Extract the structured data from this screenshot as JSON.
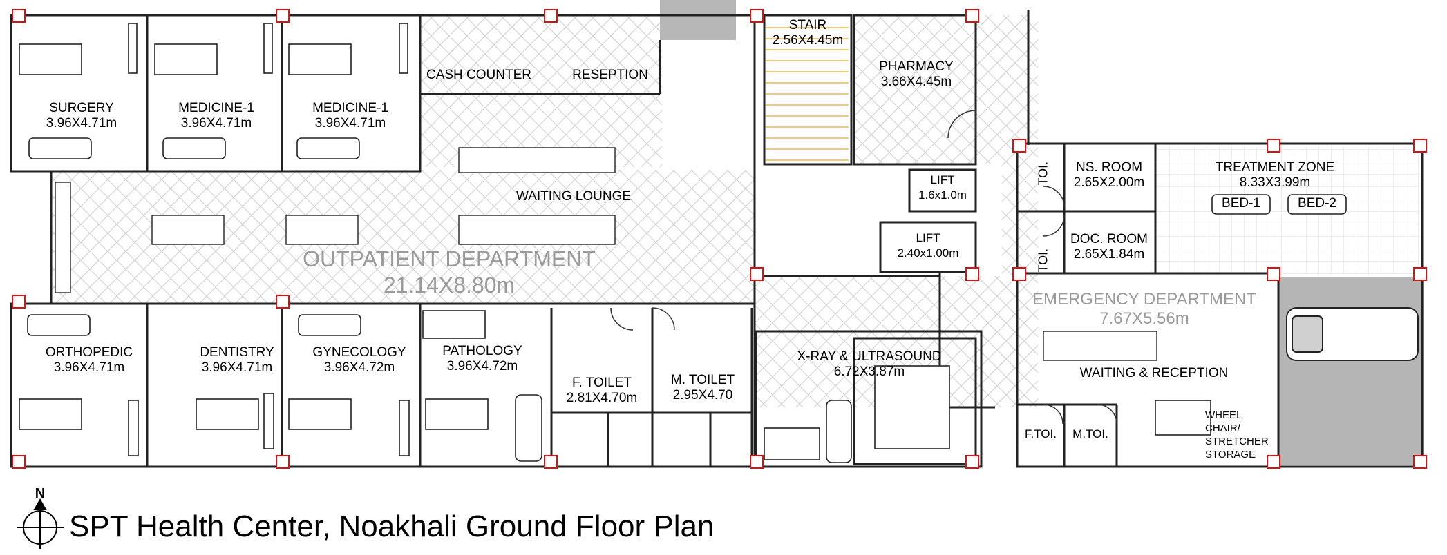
{
  "title": "SPT Health Center, Noakhali Ground Floor Plan",
  "north_label": "N",
  "rooms": {
    "surgery": {
      "name": "SURGERY",
      "size": "3.96X4.71m"
    },
    "medicine_1a": {
      "name": "MEDICINE-1",
      "size": "3.96X4.71m"
    },
    "medicine_1b": {
      "name": "MEDICINE-1",
      "size": "3.96X4.71m"
    },
    "cash_counter": {
      "name": "CASH COUNTER"
    },
    "reception": {
      "name": "RESEPTION"
    },
    "stair": {
      "name": "STAIR",
      "size": "2.56X4.45m"
    },
    "pharmacy": {
      "name": "PHARMACY",
      "size": "3.66X4.45m"
    },
    "waiting_lounge": {
      "name": "WAITING LOUNGE"
    },
    "outpatient": {
      "name": "OUTPATIENT DEPARTMENT",
      "size": "21.14X8.80m"
    },
    "lift_1": {
      "name": "LIFT",
      "size": "1.6x1.0m"
    },
    "lift_2": {
      "name": "LIFT",
      "size": "2.40x1.00m"
    },
    "toi_1": {
      "name": "TOI."
    },
    "toi_2": {
      "name": "TOI."
    },
    "ns_room": {
      "name": "NS. ROOM",
      "size": "2.65X2.00m"
    },
    "doc_room": {
      "name": "DOC. ROOM",
      "size": "2.65X1.84m"
    },
    "treatment_zone": {
      "name": "TREATMENT ZONE",
      "size": "8.33X3.99m"
    },
    "bed_1": {
      "name": "BED-1"
    },
    "bed_2": {
      "name": "BED-2"
    },
    "orthopedic": {
      "name": "ORTHOPEDIC",
      "size": "3.96X4.71m"
    },
    "dentistry": {
      "name": "DENTISTRY",
      "size": "3.96X4.71m"
    },
    "gynecology": {
      "name": "GYNECOLOGY",
      "size": "3.96X4.72m"
    },
    "pathology": {
      "name": "PATHOLOGY",
      "size": "3.96X4.72m"
    },
    "f_toilet": {
      "name": "F. TOILET",
      "size": "2.81X4.70m"
    },
    "m_toilet": {
      "name": "M. TOILET",
      "size": "2.95X4.70"
    },
    "xray": {
      "name": "X-RAY & ULTRASOUND",
      "size": "6.72X3.87m"
    },
    "emergency": {
      "name": "EMERGENCY DEPARTMENT",
      "size": "7.67X5.56m"
    },
    "waiting_reception": {
      "name": "WAITING & RECEPTION"
    },
    "f_toi": {
      "name": "F.TOI."
    },
    "m_toi": {
      "name": "M.TOI."
    },
    "wheel_chair": {
      "l1": "WHEEL",
      "l2": "CHAIR/",
      "l3": "STRETCHER",
      "l4": "STORAGE"
    }
  }
}
